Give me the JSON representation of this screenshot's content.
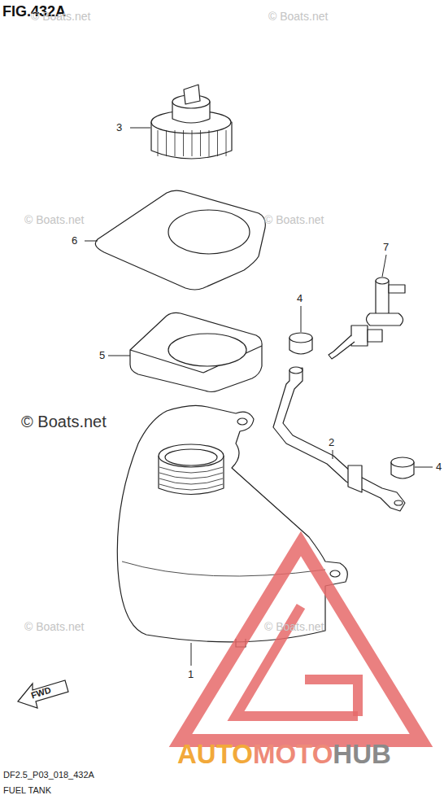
{
  "diagram": {
    "title": "FIG.432A",
    "labels": [
      "3",
      "6",
      "7",
      "4",
      "5",
      "2",
      "4",
      "1",
      "FWD",
      "© Boats.net",
      "© Boats.net",
      "© Boats.net",
      "© Boats.net",
      "© Boats.net",
      "© Boats.net",
      "© Boats.net",
      "AUTO",
      "MOTO",
      "HUB",
      "DF2.5_P03_018_432A",
      "FUEL TANK"
    ]
  }
}
